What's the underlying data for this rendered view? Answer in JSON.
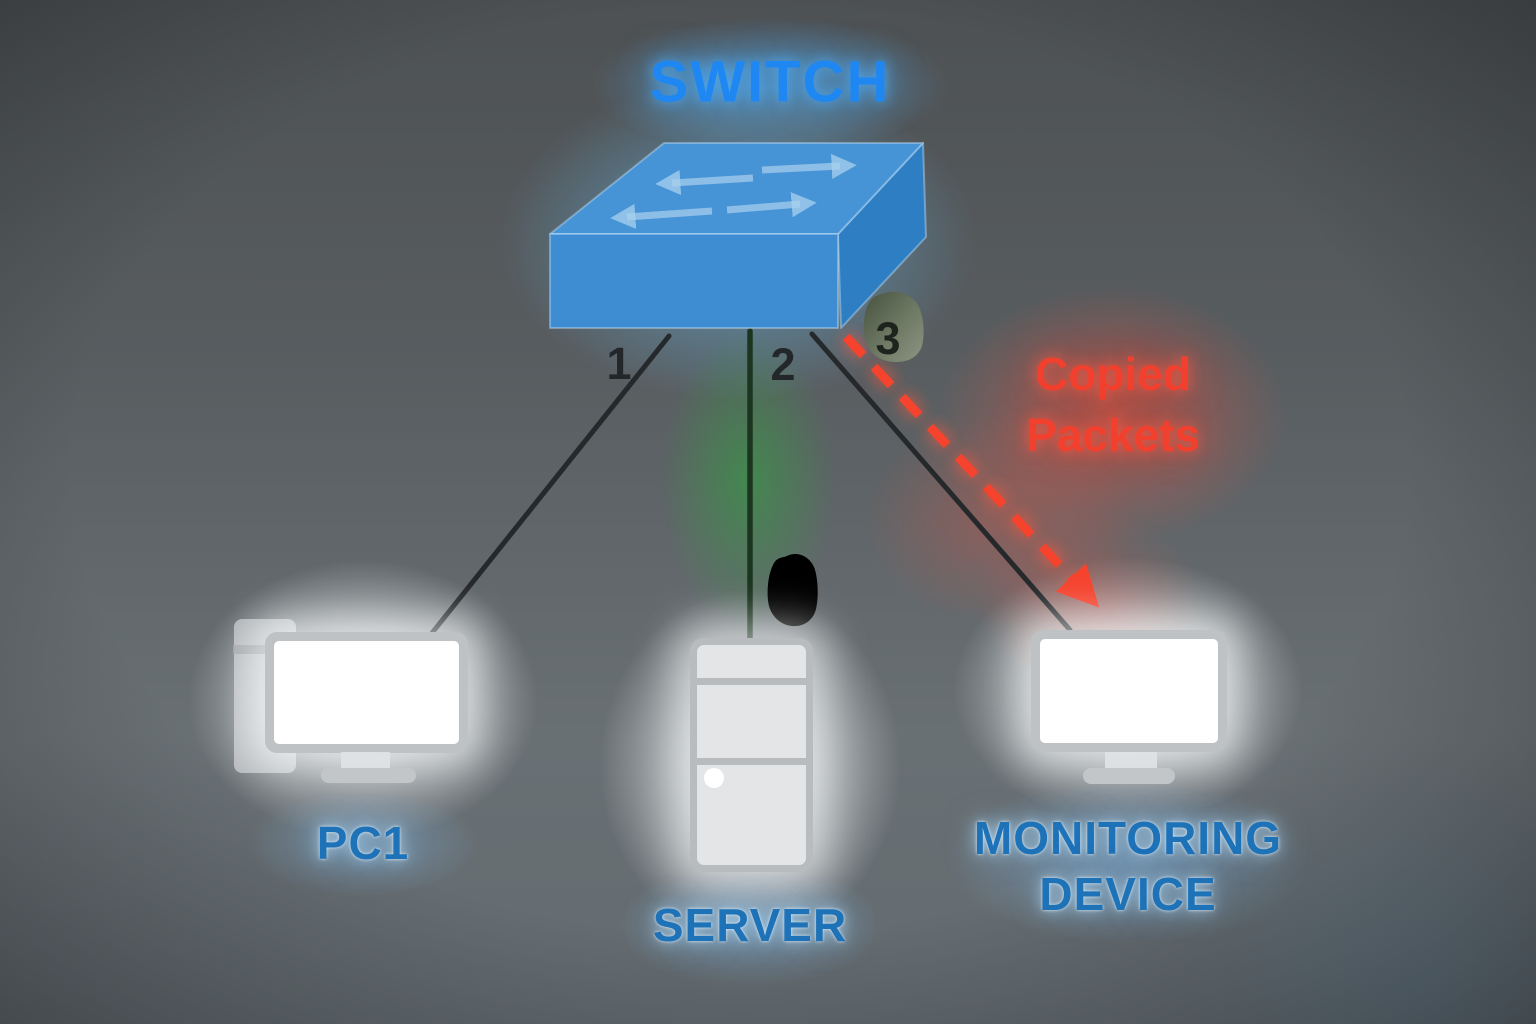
{
  "diagram_type": "network-topology-port-mirroring",
  "switch": {
    "label": "SWITCH"
  },
  "ports": [
    {
      "label": "1"
    },
    {
      "label": "2"
    },
    {
      "label": "3"
    }
  ],
  "annotation": {
    "line1": "Copied",
    "line2": "Packets"
  },
  "devices": {
    "pc1": {
      "label": "PC1"
    },
    "server": {
      "label": "SERVER"
    },
    "monitoring": {
      "line1": "MONITORING",
      "line2": "DEVICE"
    }
  },
  "links": [
    {
      "from": "switch-port-1",
      "to": "pc1",
      "style": "solid",
      "color": "#26292b"
    },
    {
      "from": "switch-port-2",
      "to": "server",
      "style": "solid",
      "color": "#1c3520",
      "glow": "#2fa53c"
    },
    {
      "from": "switch-port-3",
      "to": "monitoring-device",
      "style": "solid",
      "color": "#26292b"
    },
    {
      "from": "switch-port-3",
      "to": "monitoring-device",
      "style": "dashed-arrow",
      "color": "#f5432e",
      "meaning": "Copied Packets"
    }
  ],
  "colors": {
    "switch_label_blue": "#1e87f2",
    "switch_top_face": "#4693d6",
    "switch_front_face": "#3e8dd2",
    "switch_side_face": "#2e7ec4",
    "device_label_blue": "#1d72b8",
    "annotation_red": "#f2402e",
    "glow_blue": "#69c3f8",
    "glow_green": "#2ea53c",
    "glow_red": "#fa503c",
    "glow_white": "#f8fafb"
  }
}
